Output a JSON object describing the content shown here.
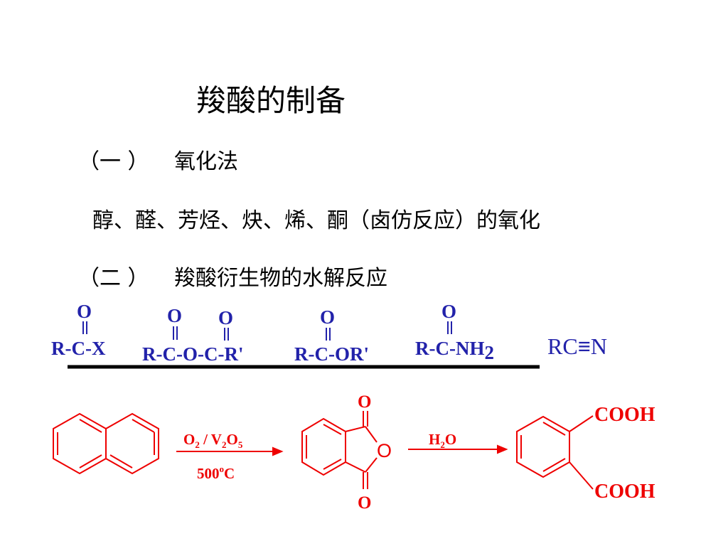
{
  "slide": {
    "title": "羧酸的制备",
    "section1": {
      "label": "（一 ）",
      "name": "氧化法",
      "description": "醇、醛、芳烃、炔、烯、酮（卤仿反应）的氧化"
    },
    "section2": {
      "label": "（二 ）",
      "name": "羧酸衍生物的水解反应"
    }
  },
  "derivatives": [
    {
      "oxygens": [
        "O"
      ],
      "formula": "R-C-X"
    },
    {
      "oxygens": [
        "O",
        "O"
      ],
      "formula": "R-C-O-C-R'"
    },
    {
      "oxygens": [
        "O"
      ],
      "formula": "R-C-OR'"
    },
    {
      "oxygens": [
        "O"
      ],
      "formula": "R-C-NH",
      "subscript": "2"
    },
    {
      "formula_left": "RC",
      "triple_bond": "≡",
      "formula_right": "N"
    }
  ],
  "reaction": {
    "step1": {
      "reagent_o": "O",
      "reagent_o_sub": "2",
      "slash": " / V",
      "reagent_v_sub": "2",
      "reagent_o2": "O",
      "reagent_o2_sub": "5",
      "temp": "500",
      "temp_sup": "o",
      "temp_unit": "C"
    },
    "anhydride": {
      "top_o": "O",
      "ring_o": "O",
      "bottom_o": "O"
    },
    "step2": {
      "h": "H",
      "h_sub": "2",
      "o": "O"
    },
    "product": {
      "top_group": "COOH",
      "bottom_group": "COOH"
    }
  },
  "colors": {
    "derivative_text": "#2222aa",
    "reaction": "#ee0000",
    "title_text": "#000000",
    "divider": "#000000"
  }
}
